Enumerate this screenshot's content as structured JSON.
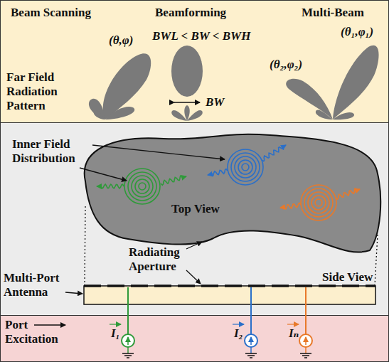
{
  "diagram": {
    "nodes": [
      {
        "text": [
          "Beam Scanning",
          "Beamforming",
          "Multi-Beam",
          "Far Field Radiation Pattern",
          "(θ,φ)",
          "BWL < BW < BWH",
          "(θ₁,φ₁)",
          "(θ₂,φ₂)",
          "BW"
        ]
      },
      {
        "text": [
          "Inner Field Distribution",
          "Top View",
          "Radiating Aperture",
          "Side View",
          "Multi-Port Antenna"
        ]
      },
      {
        "text": [
          "Port Excitation",
          "I₁",
          "I₂",
          "Iₙ"
        ]
      }
    ]
  }
}
